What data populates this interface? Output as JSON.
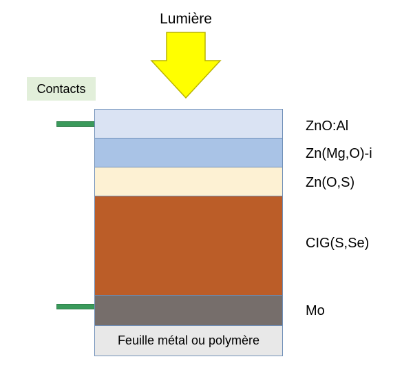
{
  "light_label": "Lumière",
  "contacts_label": "Contacts",
  "layers": {
    "zno_al": "ZnO:Al",
    "zn_mg_o": "Zn(Mg,O)-i",
    "zn_o_s": "Zn(O,S)",
    "cig": "CIG(S,Se)",
    "mo": "Mo",
    "substrate": "Feuille métal ou polymère"
  },
  "colors": {
    "arrow": "#ffff00",
    "contacts_box": "#e2efda",
    "contact_tab": "#3a9a5b",
    "zno_al": "#dae3f3",
    "zn_mg_o": "#a9c3e6",
    "zn_o_s": "#fdf1d3",
    "cig": "#bb5d28",
    "mo": "#766e6b",
    "substrate": "#e8e8e8"
  }
}
